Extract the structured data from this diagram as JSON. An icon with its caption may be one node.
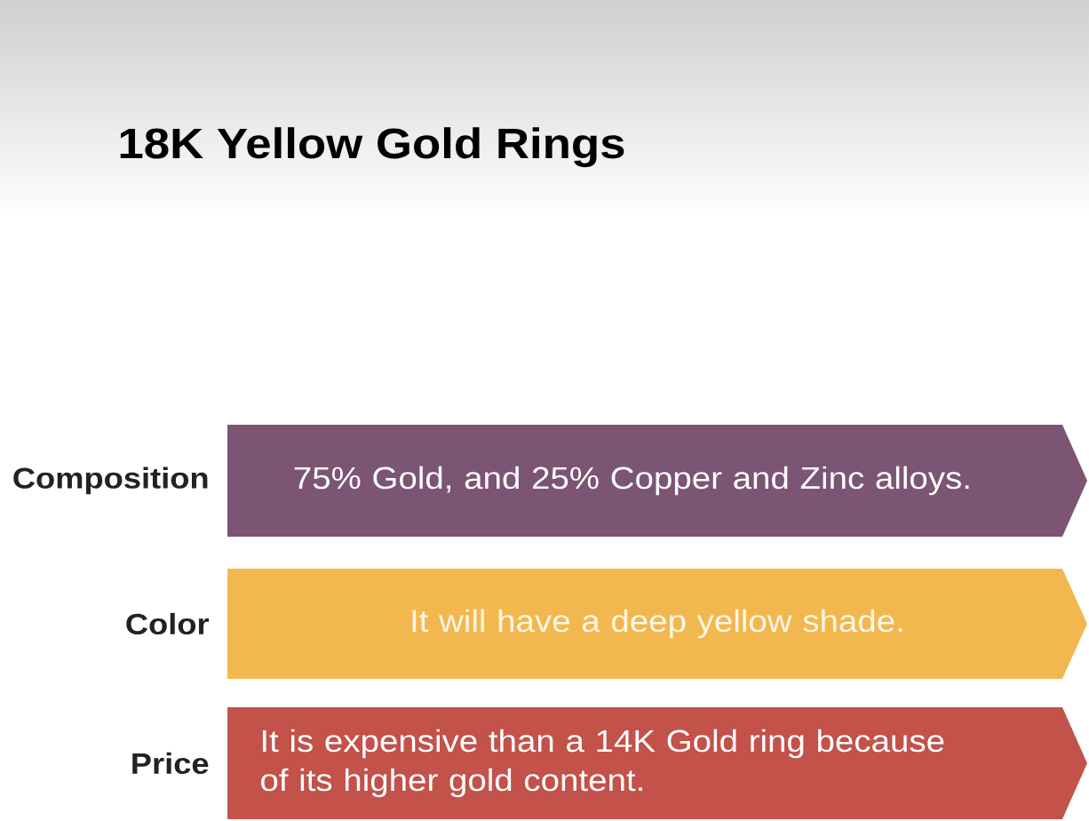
{
  "diagram": {
    "title": "18K Yellow Gold Rings",
    "nodes": [
      {
        "text": [
          "75% Gold, and 25% Copper and Zinc alloys."
        ],
        "beside": [
          "Composition"
        ]
      },
      {
        "text": [
          "It will have a deep yellow shade."
        ],
        "beside": [
          "Color"
        ]
      },
      {
        "text": [
          "It is expensive than a 14K Gold ring because of its higher gold content."
        ],
        "beside": [
          "Price"
        ]
      }
    ]
  }
}
